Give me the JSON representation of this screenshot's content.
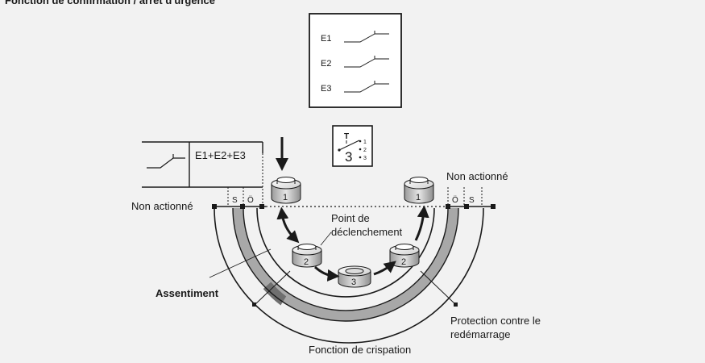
{
  "labels": {
    "top_cut_text": "Fonction de confirmation / arrêt d'urgence",
    "non_actionne_left": "Non actionné",
    "non_actionne_right": "Non actionné",
    "point_line1": "Point de",
    "point_line2": "déclenchement",
    "assentiment": "Assentiment",
    "protection_line1": "Protection contre le",
    "protection_line2": "redémarrage",
    "fonction_crispation": "Fonction de crispation",
    "combined": "E1+E2+E3",
    "s_left": "S",
    "o_left": "Ö",
    "o_right": "Ö",
    "s_right": "S"
  },
  "contacts": [
    "E1",
    "E2",
    "E3"
  ],
  "selector": {
    "t_label": "T",
    "number": "3",
    "positions": [
      "1",
      "2",
      "3"
    ]
  },
  "buttons": {
    "b1_left": "1",
    "b2_left": "2",
    "b3_center": "3",
    "b2_right": "2",
    "b1_right": "1"
  },
  "colors": {
    "background": "#f2f2f2",
    "stroke": "#1a1a1a",
    "ring_gray": "#a8a8a8",
    "ring_dark": "#6f6f6f"
  }
}
